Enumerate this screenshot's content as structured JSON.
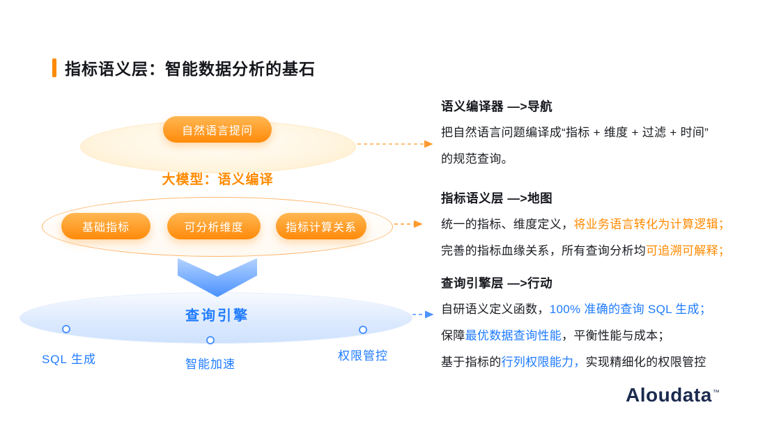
{
  "colors": {
    "accent_orange": "#FF8A00",
    "accent_blue": "#1F7BFF",
    "logo_navy": "#1B2A4E"
  },
  "title": "指标语义层：智能数据分析的基石",
  "funnel": {
    "question_pill": "自然语言提问",
    "caption": "大模型：语义编译",
    "pills": [
      "基础指标",
      "可分析维度",
      "指标计算关系"
    ],
    "engine_label": "查询引擎",
    "engine_nodes": [
      "SQL 生成",
      "智能加速",
      "权限管控"
    ]
  },
  "sections": {
    "compiler": {
      "heading": "语义编译器 —>导航",
      "line1": "把自然语言问题编译成“指标 + 维度 + 过滤 + 时间”",
      "line2": "的规范查询。"
    },
    "semantic": {
      "heading": "指标语义层 —>地图",
      "l1_plain": "统一的指标、维度定义，",
      "l1_highlight": "将业务语言转化为计算逻辑；",
      "l2_plain": "完善的指标血缘关系，所有查询分析均",
      "l2_highlight": "可追溯可解释；"
    },
    "engine": {
      "heading": "查询引擎层 —>行动",
      "l1_plain": "自研语义定义函数，",
      "l1_highlight": "100% 准确的查询 SQL 生成；",
      "l2_prefix": "保障",
      "l2_highlight": "最优数据查询性能",
      "l2_suffix": "，平衡性能与成本；",
      "l3_prefix": "基于指标的",
      "l3_highlight": "行列权限能力，",
      "l3_suffix": "实现精细化的权限管控"
    }
  },
  "logo": {
    "text": "Aloudata",
    "tm": "™"
  }
}
